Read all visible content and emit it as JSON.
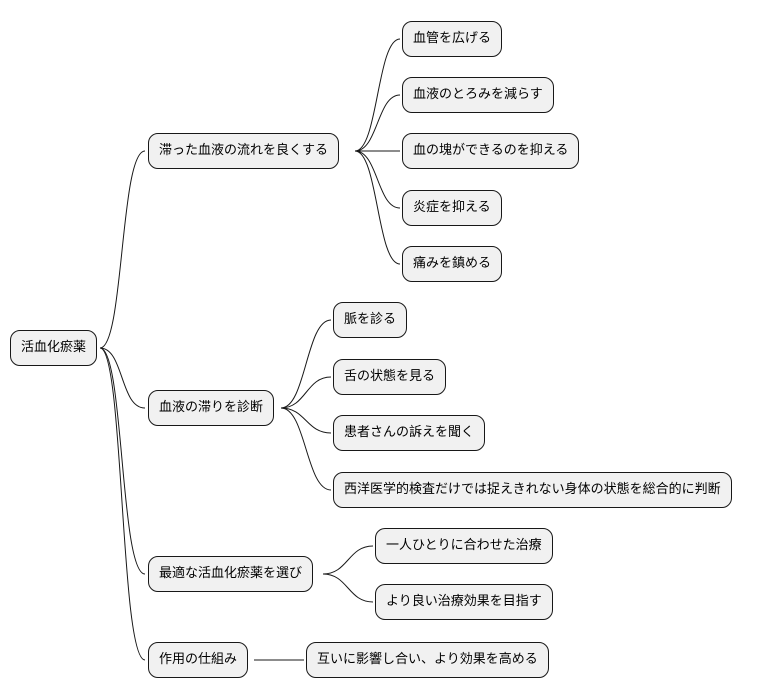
{
  "root": {
    "label": "活血化瘀薬"
  },
  "branches": [
    {
      "label": "滞った血液の流れを良くする",
      "children": [
        "血管を広げる",
        "血液のとろみを減らす",
        "血の塊ができるのを抑える",
        "炎症を抑える",
        "痛みを鎮める"
      ]
    },
    {
      "label": "血液の滞りを診断",
      "children": [
        "脈を診る",
        "舌の状態を見る",
        "患者さんの訴えを聞く",
        "西洋医学的検査だけでは捉えきれない身体の状態を総合的に判断"
      ]
    },
    {
      "label": "最適な活血化瘀薬を選び",
      "children": [
        "一人ひとりに合わせた治療",
        "より良い治療効果を目指す"
      ]
    },
    {
      "label": "作用の仕組み",
      "children": [
        "互いに影響し合い、より効果を高める"
      ]
    }
  ],
  "colors": {
    "node_fill": "#f1f1f1",
    "node_border": "#181818",
    "line": "#181818"
  }
}
